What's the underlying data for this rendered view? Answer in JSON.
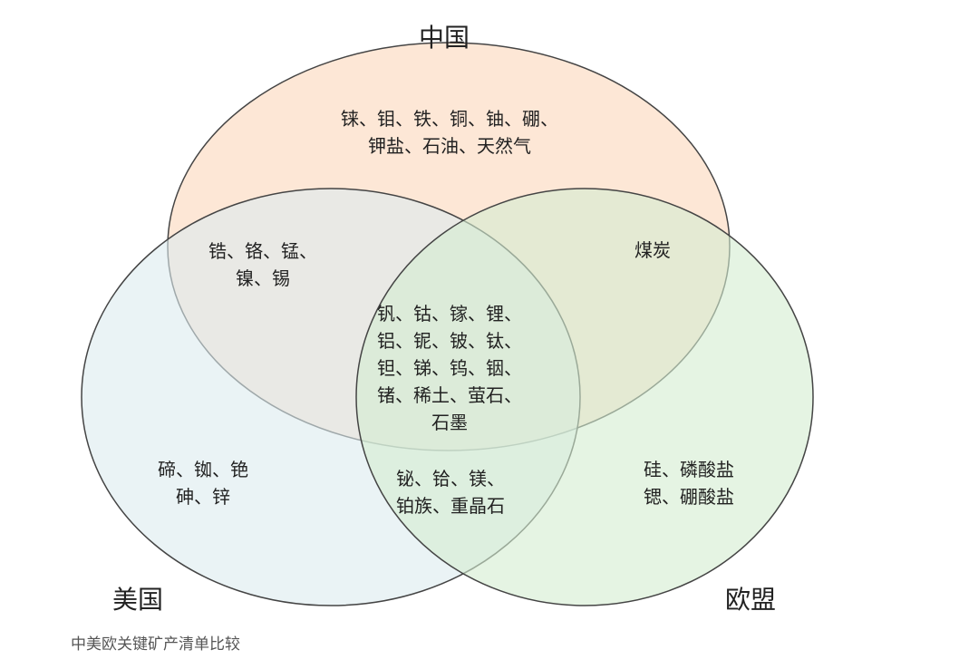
{
  "sets": {
    "china": {
      "label": "中国",
      "fill": "#fde3cf",
      "stroke": "#444444"
    },
    "usa": {
      "label": "美国",
      "fill": "#dcebef",
      "stroke": "#444444"
    },
    "eu": {
      "label": "欧盟",
      "fill": "#d3ecd0",
      "stroke": "#444444"
    }
  },
  "regions": {
    "china_only": [
      "铼、钼、铁、铜、铀、硼、",
      "钾盐、石油、天然气"
    ],
    "china_usa": [
      "锆、铬、锰、",
      "镍、锡"
    ],
    "china_eu": [
      "煤炭"
    ],
    "all_three": [
      "钒、钴、镓、锂、",
      "铝、铌、铍、钛、",
      "钽、锑、钨、铟、",
      "锗、稀土、萤石、",
      "石墨"
    ],
    "usa_only": [
      "碲、铷、铯",
      "砷、锌"
    ],
    "usa_eu": [
      "铋、铪、镁、",
      "铂族、重晶石"
    ],
    "eu_only": [
      "硅、磷酸盐",
      "锶、硼酸盐"
    ]
  },
  "caption": "中美欧关键矿产清单比较"
}
